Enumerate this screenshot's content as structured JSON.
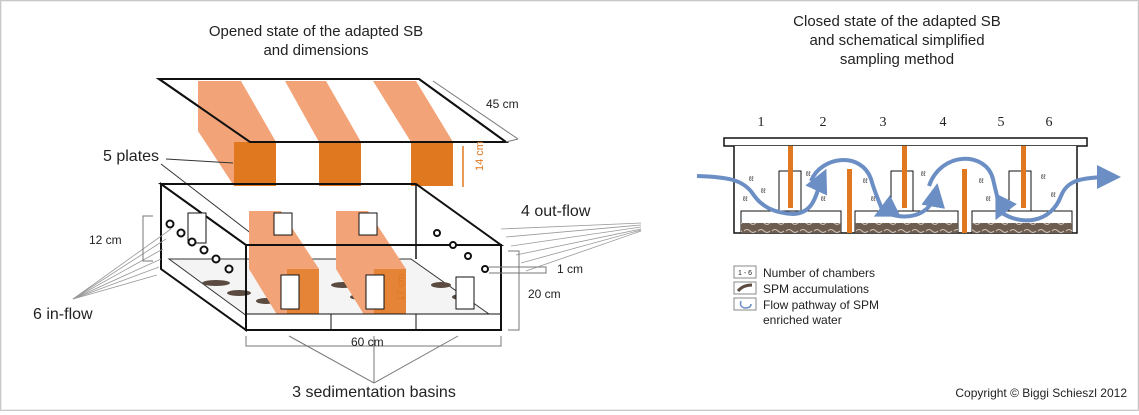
{
  "left_panel": {
    "title_line1": "Opened state of the adapted SB",
    "title_line2": "and dimensions",
    "labels": {
      "plates": "5 plates",
      "outflow": "4 out-flow",
      "inflow": "6 in-flow",
      "sedimentation": "3 sedimentation basins",
      "dim_45": "45 cm",
      "dim_14": "14 cm",
      "dim_12": "12 cm",
      "dim_1": "1 cm",
      "dim_20": "20 cm",
      "dim_60": "60 cm",
      "dim_17": "17 cm"
    }
  },
  "right_panel": {
    "title_line1": "Closed state of the adapted SB",
    "title_line2": "and schematical simplified",
    "title_line3": "sampling method",
    "chamber_numbers": [
      "1",
      "2",
      "3",
      "4",
      "5",
      "6"
    ],
    "legend": {
      "chambers_icon": "1 - 6",
      "chambers": "Number of chambers",
      "spm": "SPM accumulations",
      "flow_line1": "Flow pathway of SPM",
      "flow_line2": "enriched water"
    }
  },
  "copyright": "Copyright © Biggi Schieszl 2012",
  "colors": {
    "plate_light": "#f2a377",
    "plate_dark": "#e07820",
    "flow_blue": "#6b8fc4",
    "sediment": "#5a4a40"
  }
}
